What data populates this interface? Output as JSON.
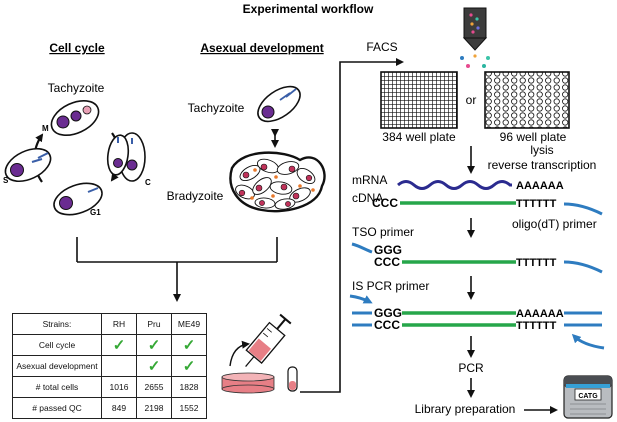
{
  "title": "Experimental workflow",
  "cell_cycle": {
    "heading": "Cell cycle",
    "stage_title": "Tachyzoite",
    "phases": [
      "M",
      "C",
      "G1",
      "S"
    ]
  },
  "asexual": {
    "heading": "Asexual development",
    "tachyzoite": "Tachyzoite",
    "bradyzoite": "Bradyzoite"
  },
  "facs": {
    "label": "FACS",
    "plate_384": "384 well plate",
    "or": "or",
    "plate_96": "96 well plate",
    "lysis": "lysis",
    "rt": "reverse transcription"
  },
  "seq": {
    "mrna": "mRNA",
    "cdna": "cDNA",
    "ccc": "CCC",
    "polya": "AAAAAA",
    "polyt": "TTTTTT",
    "oligo": "oligo(dT) primer",
    "tso": "TSO primer",
    "ggg": "GGG",
    "is_pcr": "IS PCR primer",
    "pcr": "PCR",
    "library": "Library preparation",
    "chip": "CATG"
  },
  "table": {
    "header": [
      "Strains:",
      "RH",
      "Pru",
      "ME49"
    ],
    "rows": [
      {
        "label": "Cell cycle",
        "values": [
          "✓",
          "✓",
          "✓"
        ]
      },
      {
        "label": "Asexual development",
        "values": [
          "",
          "✓",
          "✓"
        ]
      },
      {
        "label": "# total cells",
        "values": [
          "1016",
          "2655",
          "1828"
        ]
      },
      {
        "label": "# passed QC",
        "values": [
          "849",
          "2198",
          "1552"
        ]
      }
    ]
  },
  "colors": {
    "mrna": "#2b2b8f",
    "cdna": "#26a64a",
    "primer": "#2e7cc0",
    "nucleus": "#6a2c91",
    "cyst_nuclei": "#c0325a",
    "dish": "#e77f86"
  }
}
